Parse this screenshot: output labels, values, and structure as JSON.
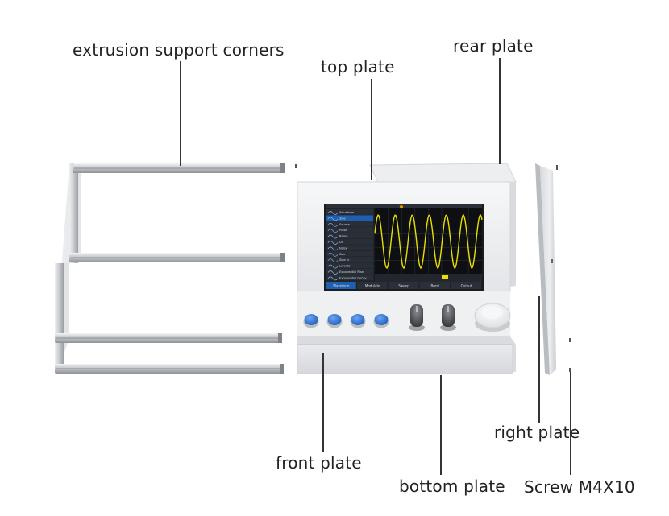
{
  "labels": {
    "extrusion": "extrusion support corners",
    "top_plate": "top plate",
    "rear_plate": "rear plate",
    "right_plate": "right plate",
    "front_plate": "front plate",
    "bottom_plate": "bottom plate",
    "screw": "Screw M4X10"
  },
  "screen": {
    "menu_items": [
      "Waveform",
      "Sine",
      "Square",
      "Pulse",
      "Ramp",
      "DC",
      "Noise",
      "Sinc",
      "Sine fn",
      "Lorentz",
      "Exponential Rise",
      "Exponential Decay"
    ],
    "softkeys": [
      "Waveform",
      "Modulate",
      "Sweep",
      "Burst",
      "Output"
    ],
    "accent_color": "#1f5fb0",
    "trace_color": "#e8e000"
  },
  "buttons": {
    "color": "#2a72d8",
    "count": 4
  },
  "knobs": {
    "count": 2
  }
}
